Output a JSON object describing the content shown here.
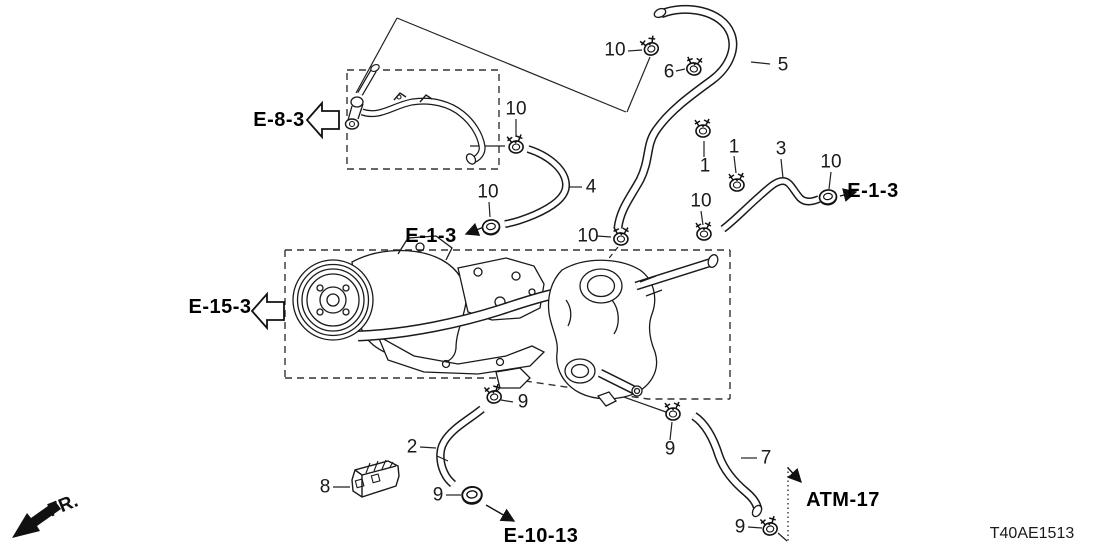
{
  "diagram": {
    "title_code": "T40AE1513",
    "front_marker": "FR.",
    "callouts": [
      {
        "id": "clamp-10-top",
        "text": "10"
      },
      {
        "id": "clamp-6",
        "text": "6"
      },
      {
        "id": "hose-5",
        "text": "5"
      },
      {
        "id": "clamp-10-pipe4",
        "text": "10"
      },
      {
        "id": "clamp-1-a",
        "text": "1"
      },
      {
        "id": "clamp-1-b",
        "text": "1"
      },
      {
        "id": "hose-3",
        "text": "3"
      },
      {
        "id": "clamp-10-hose3",
        "text": "10"
      },
      {
        "id": "hose-4",
        "text": "4"
      },
      {
        "id": "clamp-10-hose4",
        "text": "10"
      },
      {
        "id": "clamp-10-hose5",
        "text": "10"
      },
      {
        "id": "clamp-10-thermostat",
        "text": "10"
      },
      {
        "id": "clamp-9-hose2-top",
        "text": "9"
      },
      {
        "id": "clamp-9-hose7-top",
        "text": "9"
      },
      {
        "id": "hose-2",
        "text": "2"
      },
      {
        "id": "stay-8",
        "text": "8"
      },
      {
        "id": "clamp-9-hose2-bottom",
        "text": "9"
      },
      {
        "id": "hose-7",
        "text": "7"
      },
      {
        "id": "clamp-9-hose7-bottom",
        "text": "9"
      }
    ],
    "references": [
      {
        "id": "e-8-3",
        "text": "E-8-3"
      },
      {
        "id": "e-1-3-left",
        "text": "E-1-3"
      },
      {
        "id": "e-15-3",
        "text": "E-15-3"
      },
      {
        "id": "e-1-3-right",
        "text": "E-1-3"
      },
      {
        "id": "e-10-13",
        "text": "E-10-13"
      },
      {
        "id": "atm-17",
        "text": "ATM-17"
      }
    ],
    "line_color": "#1a1a1a"
  }
}
